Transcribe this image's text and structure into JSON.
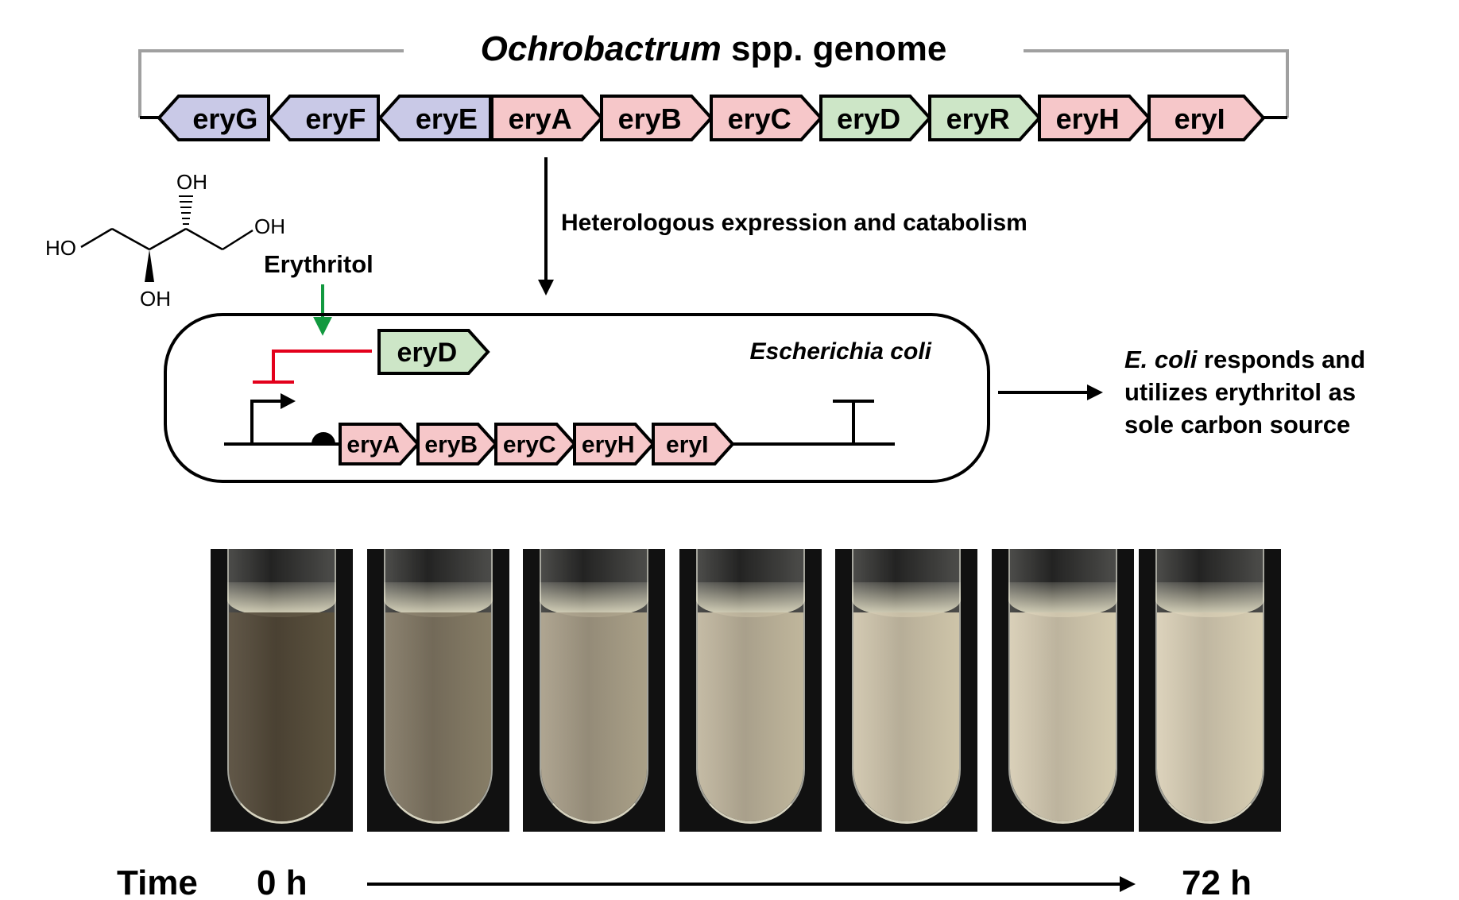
{
  "genome": {
    "title_italic": "Ochrobactrum",
    "title_rest": " spp. genome",
    "genes": [
      {
        "name": "eryG",
        "direction": "reverse",
        "group": "purple"
      },
      {
        "name": "eryF",
        "direction": "reverse",
        "group": "purple"
      },
      {
        "name": "eryE",
        "direction": "reverse",
        "group": "purple"
      },
      {
        "name": "eryA",
        "direction": "forward",
        "group": "pink"
      },
      {
        "name": "eryB",
        "direction": "forward",
        "group": "pink"
      },
      {
        "name": "eryC",
        "direction": "forward",
        "group": "pink"
      },
      {
        "name": "eryD",
        "direction": "forward",
        "group": "green"
      },
      {
        "name": "eryR",
        "direction": "forward",
        "group": "green"
      },
      {
        "name": "eryH",
        "direction": "forward",
        "group": "pink"
      },
      {
        "name": "eryI",
        "direction": "forward",
        "group": "pink"
      }
    ]
  },
  "colors": {
    "purple": "#c9c9e7",
    "pink": "#f6c7c9",
    "green": "#cde6c7",
    "bracket": "#a0a0a0",
    "repression": "#e3001b",
    "induction": "#12993f"
  },
  "process_label": "Heterologous expression and catabolism",
  "molecule": {
    "name": "Erythritol",
    "labels": {
      "ho_left": "HO",
      "oh_top": "OH",
      "oh_right": "OH",
      "oh_bottom": "OH"
    }
  },
  "cell": {
    "organism": "Escherichia coli",
    "regulator": {
      "name": "eryD",
      "group": "green"
    },
    "operon": [
      {
        "name": "eryA",
        "group": "pink"
      },
      {
        "name": "eryB",
        "group": "pink"
      },
      {
        "name": "eryC",
        "group": "pink"
      },
      {
        "name": "eryH",
        "group": "pink"
      },
      {
        "name": "eryI",
        "group": "pink"
      }
    ]
  },
  "outcome": {
    "line1_italic": "E. coli",
    "line1_rest": " responds and",
    "line2": "utilizes erythritol as",
    "line3": "sole carbon source"
  },
  "timecourse": {
    "label": "Time",
    "start": "0 h",
    "end": "72 h",
    "tubes": [
      {
        "turbidity": 0.05
      },
      {
        "turbidity": 0.35
      },
      {
        "turbidity": 0.6
      },
      {
        "turbidity": 0.75
      },
      {
        "turbidity": 0.85
      },
      {
        "turbidity": 0.9
      },
      {
        "turbidity": 0.92
      }
    ]
  }
}
